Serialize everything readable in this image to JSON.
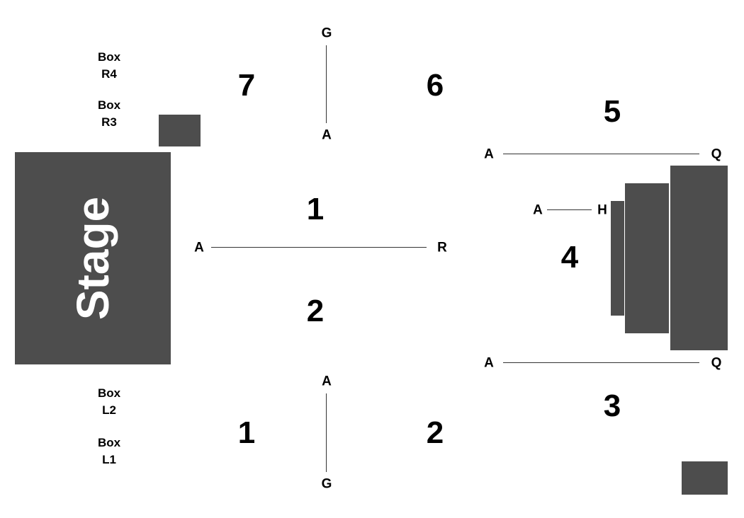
{
  "stage": {
    "label": "Stage"
  },
  "boxes": {
    "r4": {
      "line1": "Box",
      "line2": "R4"
    },
    "r3": {
      "line1": "Box",
      "line2": "R3"
    },
    "l2": {
      "line1": "Box",
      "line2": "L2"
    },
    "l1": {
      "line1": "Box",
      "line2": "L1"
    }
  },
  "sections": {
    "s7": "7",
    "s6": "6",
    "s5": "5",
    "s1_main": "1",
    "s2_main": "2",
    "s4": "4",
    "s3": "3",
    "s1_lower": "1",
    "s2_lower": "2"
  },
  "rows": {
    "upper_aisle_top": "G",
    "upper_aisle_bottom": "A",
    "main_left": "A",
    "main_right": "R",
    "lower_aisle_top": "A",
    "lower_aisle_bottom": "G",
    "right_upper_left": "A",
    "right_upper_right": "Q",
    "right_lower_left": "A",
    "right_lower_right": "Q",
    "s4_left": "A",
    "s4_right": "H"
  },
  "colors": {
    "block": "#4d4d4d",
    "line": "#333333",
    "stage_text": "#ffffff"
  }
}
